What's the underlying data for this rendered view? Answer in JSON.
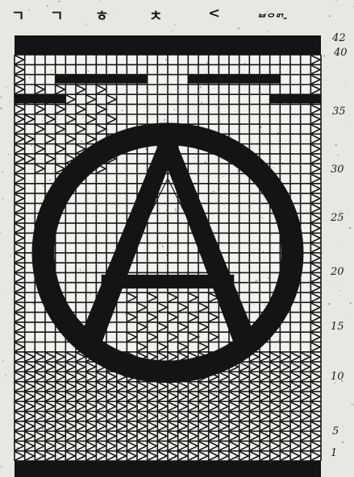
{
  "header": {
    "column_marks": [
      "ㄱ",
      "ㄱ",
      "ㅎ",
      "ㅊ",
      "<"
    ],
    "handwritten_note": "ᄇᄋᄆᄀ-"
  },
  "row_labels": [
    "42",
    "40",
    "35",
    "30",
    "25",
    "20",
    "15",
    "10",
    "5",
    "1"
  ],
  "colors": {
    "paper": "#e9e7e2",
    "ink": "#141414"
  },
  "motif": {
    "symbol": "anarchy-circle-a-icon",
    "fill_pattern": "chevron-arrow"
  }
}
